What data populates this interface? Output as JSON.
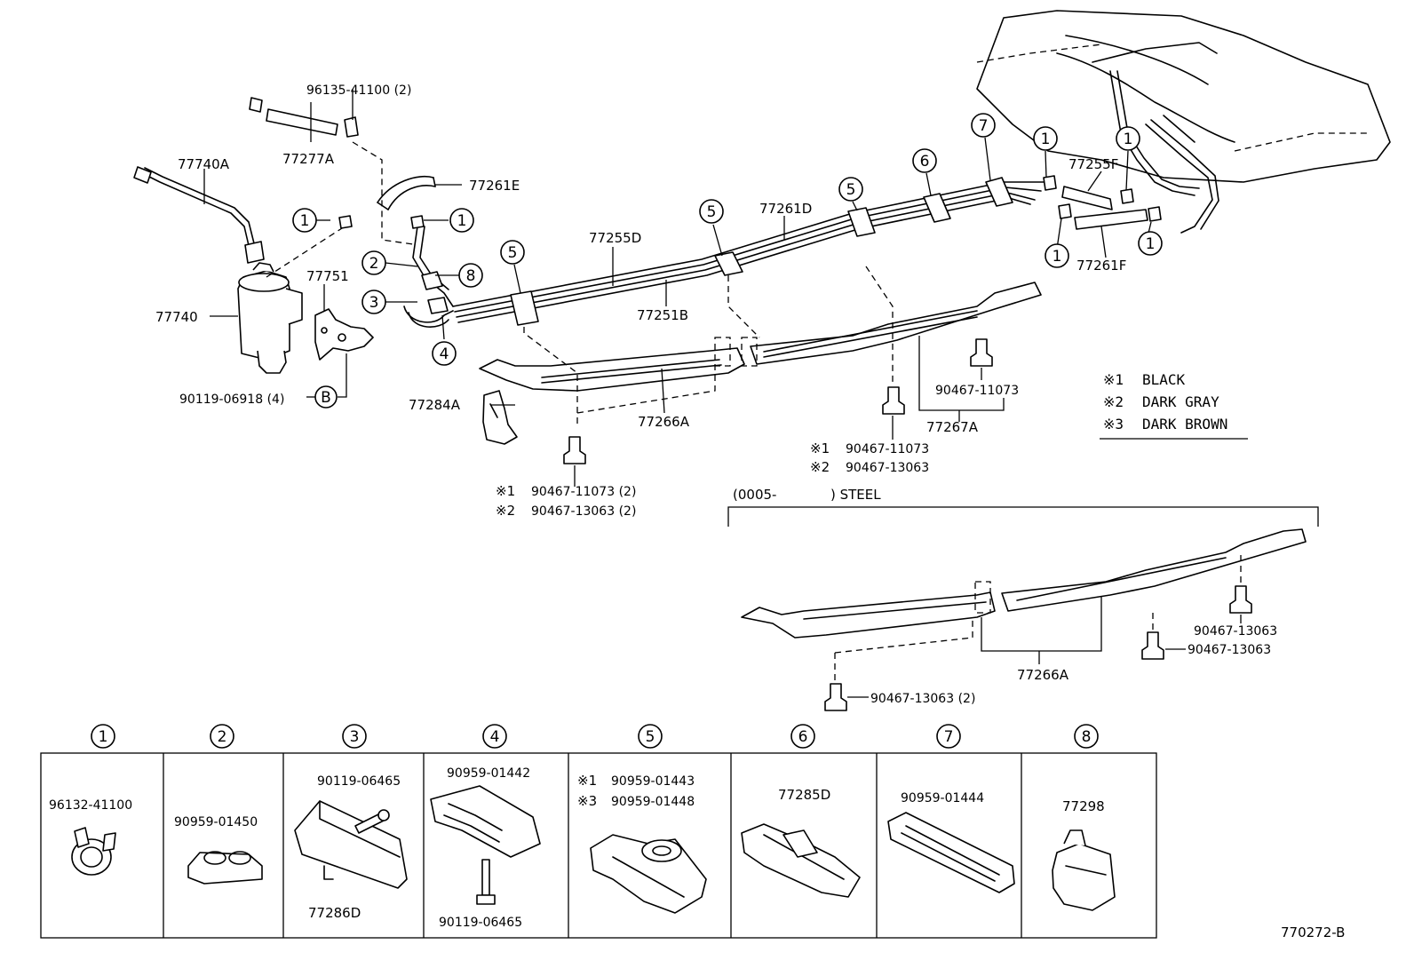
{
  "diagram_code": "770272-B",
  "legend": [
    {
      "mark": "※1",
      "text": "BLACK"
    },
    {
      "mark": "※2",
      "text": "DARK GRAY"
    },
    {
      "mark": "※3",
      "text": "DARK BROWN"
    }
  ],
  "steel_section": {
    "title_open": "(0005-",
    "title_close": ") STEEL"
  },
  "callouts": [
    "1",
    "2",
    "3",
    "4",
    "5",
    "6",
    "7",
    "8"
  ],
  "variant_marks": {
    "m1": "※1",
    "m2": "※2",
    "m3": "※3"
  },
  "bolt_circle_label": "B",
  "parts": {
    "p96135": "96135-41100 (2)",
    "p77277A": "77277A",
    "p77740A": "77740A",
    "p77740": "77740",
    "p77751": "77751",
    "p90119_06918": "90119-06918 (4)",
    "p77261E": "77261E",
    "p77255D": "77255D",
    "p77251B": "77251B",
    "p77261D": "77261D",
    "p77255F": "77255F",
    "p77261F": "77261F",
    "p77284A": "77284A",
    "p77266A": "77266A",
    "p77267A": "77267A",
    "p90467_11073": "90467-11073",
    "p90467_11073_2": "90467-11073 (2)",
    "p90467_13063": "90467-13063",
    "p90467_13063_2": "90467-13063 (2)",
    "p77266A_steel": "77266A",
    "p90467_13063_s1": "90467-13063",
    "p90467_13063_s2": "90467-13063",
    "p90467_13063_s3": "90467-13063 (2)"
  },
  "detail_panels": [
    {
      "num": "1",
      "labels": [
        "96132-41100"
      ]
    },
    {
      "num": "2",
      "labels": [
        "90959-01450"
      ]
    },
    {
      "num": "3",
      "labels": [
        "90119-06465",
        "77286D"
      ]
    },
    {
      "num": "4",
      "labels": [
        "90959-01442",
        "90119-06465"
      ]
    },
    {
      "num": "5",
      "labels": [
        "90959-01443",
        "90959-01448"
      ]
    },
    {
      "num": "6",
      "labels": [
        "77285D"
      ]
    },
    {
      "num": "7",
      "labels": [
        "90959-01444"
      ]
    },
    {
      "num": "8",
      "labels": [
        "77298"
      ]
    }
  ]
}
